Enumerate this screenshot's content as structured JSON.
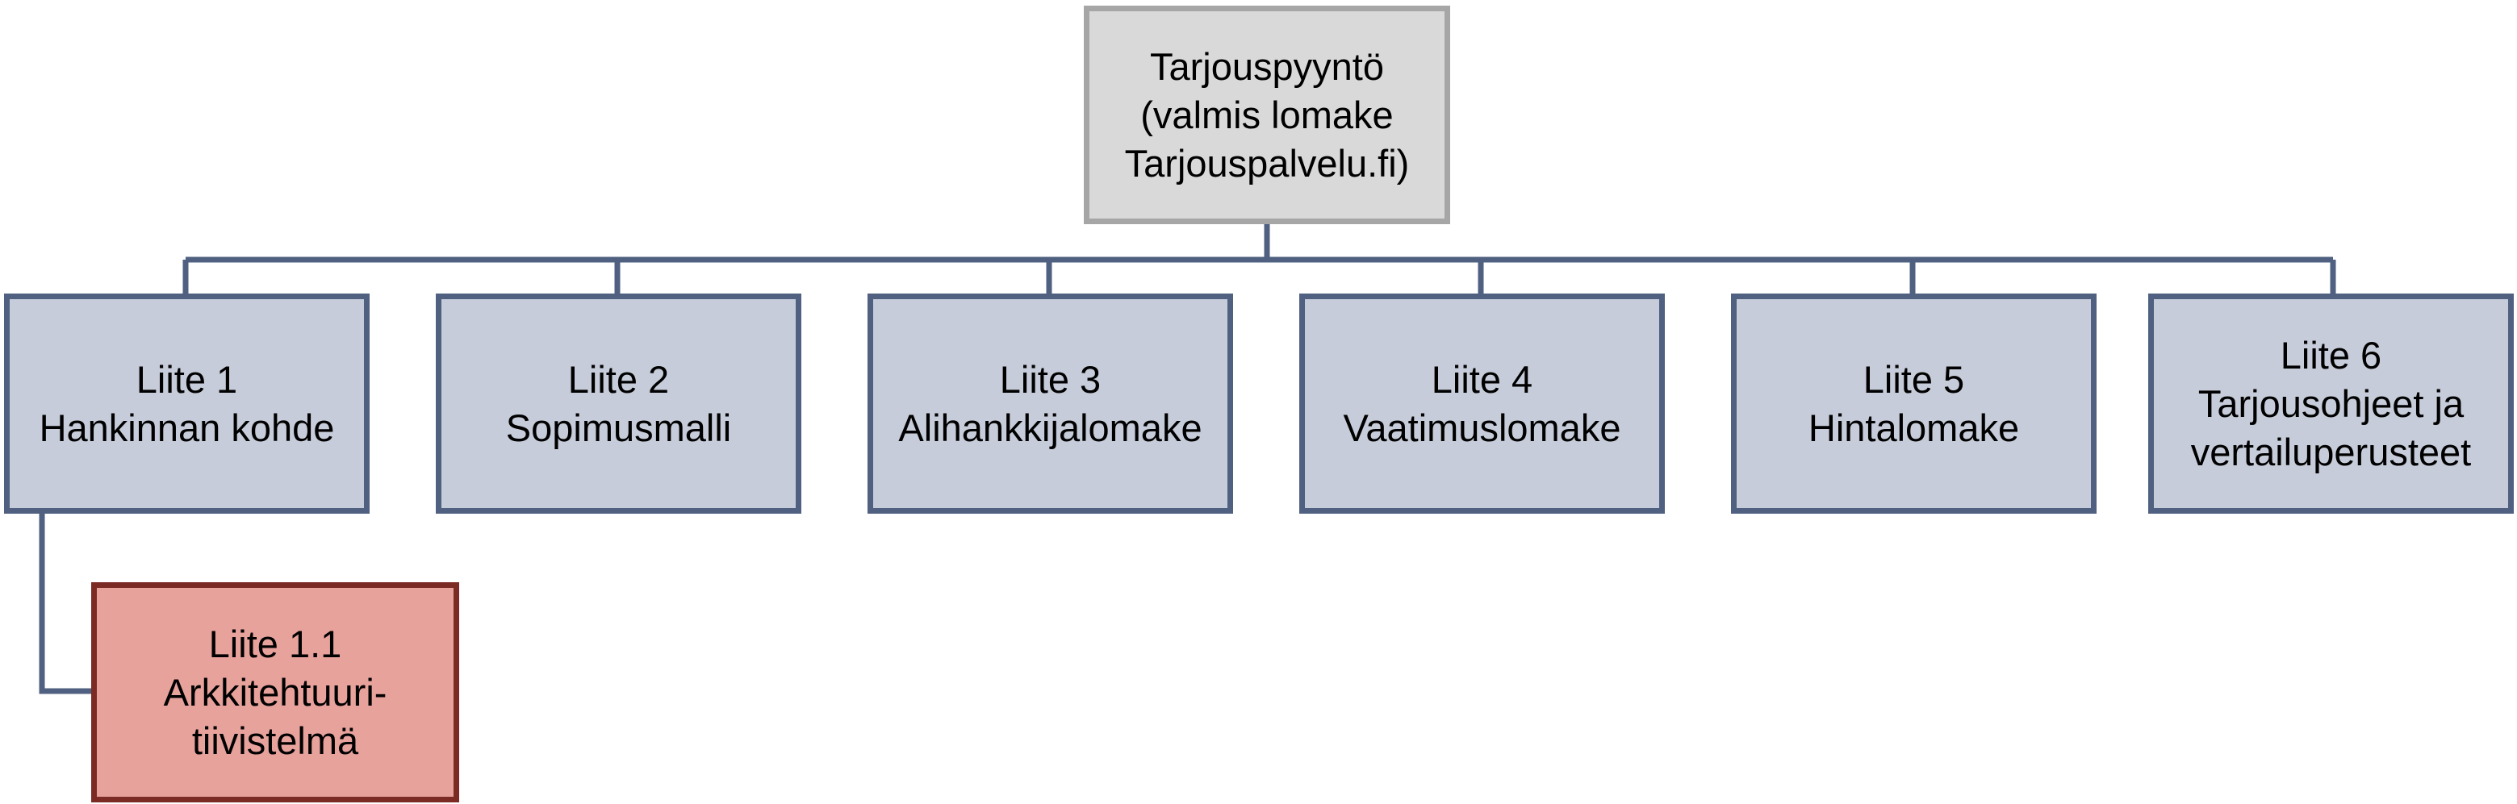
{
  "diagram": {
    "colors": {
      "root_fill": "#d9d9d9",
      "root_border": "#a6a6a6",
      "child_fill": "#c6ccd9",
      "child_border": "#4f6080",
      "sub_fill": "#e8a29c",
      "sub_border": "#7b2b24",
      "connector": "#4f6080"
    },
    "root": {
      "lines": [
        "Tarjouspyyntö",
        "(valmis lomake",
        "Tarjouspalvelu.fi)"
      ]
    },
    "children": [
      {
        "lines": [
          "Liite 1",
          "Hankinnan kohde"
        ]
      },
      {
        "lines": [
          "Liite 2",
          "Sopimusmalli"
        ]
      },
      {
        "lines": [
          "Liite 3",
          "Alihankkijalomake"
        ]
      },
      {
        "lines": [
          "Liite 4",
          "Vaatimuslomake"
        ]
      },
      {
        "lines": [
          "Liite 5",
          "Hintalomake"
        ]
      },
      {
        "lines": [
          "Liite 6",
          "Tarjousohjeet ja",
          "vertailuperusteet"
        ]
      }
    ],
    "sub": {
      "lines": [
        "Liite 1.1",
        "Arkkitehtuuri-",
        "tiivistelmä"
      ]
    }
  }
}
